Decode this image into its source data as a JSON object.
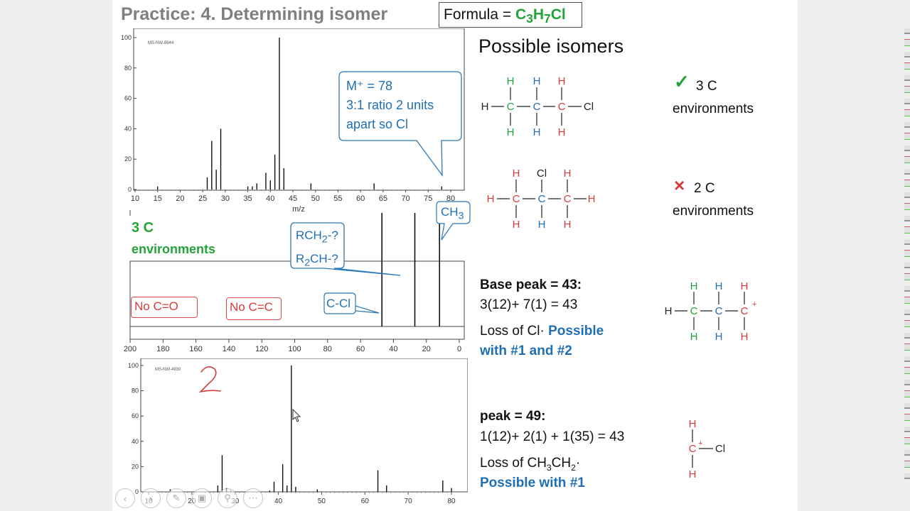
{
  "slide": {
    "title": "Practice: 4. Determining isomer",
    "formula": {
      "prefix": "Formula = ",
      "c": "C",
      "c_sub": "3",
      "h": "H",
      "h_sub": "7",
      "cl": "Cl"
    },
    "heading": "Possible isomers"
  },
  "ms1": {
    "label": "MS-NW-8944",
    "x_ticks": [
      "10",
      "15",
      "20",
      "25",
      "30",
      "35",
      "40",
      "45",
      "50",
      "55",
      "60",
      "65",
      "70",
      "75",
      "80"
    ],
    "y_ticks": [
      "100",
      "80",
      "60",
      "40",
      "20",
      "0"
    ],
    "xlabel": "m/z",
    "callout": {
      "line1": "M⁺ = 78",
      "line2": "3:1 ratio 2 units",
      "line3": "apart so Cl"
    }
  },
  "nmr": {
    "x_ticks": [
      "200",
      "180",
      "160",
      "140",
      "120",
      "100",
      "80",
      "60",
      "40",
      "20",
      "0"
    ],
    "env_line1": "3 C",
    "env_line2": "environments",
    "no_co": "No C=O",
    "no_cc": "No C=C",
    "c_cl": "C-Cl",
    "rch2": "RCH",
    "rch2_sub": "2",
    "rch2_tail": "-?",
    "r2ch": "R",
    "r2ch_sub": "2",
    "r2ch_tail": "CH-?",
    "ch3": "CH",
    "ch3_sub": "3"
  },
  "ms2": {
    "label": "MS-NW-4930",
    "y_ticks": [
      "100",
      "80",
      "60",
      "40",
      "20",
      "0"
    ],
    "x_ticks": [
      "10",
      "20",
      "30",
      "40",
      "50",
      "60",
      "70",
      "80"
    ],
    "handwritten": "2"
  },
  "isomers": {
    "one": {
      "mark": "✓",
      "line1": "3 C",
      "line2": "environments"
    },
    "two": {
      "mark": "×",
      "line1": "2 C",
      "line2": "environments"
    }
  },
  "base_peak": {
    "title": "Base peak = 43:",
    "calc": "3(12)+ 7(1) = 43",
    "loss": "Loss of Cl·",
    "possible": "Possible",
    "possible2": "with #1 and #2"
  },
  "peak49": {
    "title": "peak = 49:",
    "calc": "1(12)+ 2(1) + 1(35) = 43",
    "loss_pre": "Loss of CH",
    "sub3": "3",
    "loss_mid": "CH",
    "sub2": "2",
    "loss_post": "·",
    "possible": "Possible with #1"
  },
  "atoms": {
    "H": "H",
    "C": "C",
    "Cl": "Cl",
    "plus": "+"
  },
  "colors": {
    "green": "#22a33a",
    "blue": "#1f6fb5",
    "red": "#d43c3c",
    "title_gray": "#7f7f7f"
  },
  "chart_data": [
    {
      "type": "bar",
      "ylim": [
        0,
        100
      ],
      "xlim": [
        10,
        80
      ],
      "peaks": [
        {
          "x": 15,
          "y": 2
        },
        {
          "x": 26,
          "y": 8
        },
        {
          "x": 27,
          "y": 32
        },
        {
          "x": 28,
          "y": 13
        },
        {
          "x": 29,
          "y": 40
        },
        {
          "x": 35,
          "y": 2
        },
        {
          "x": 36,
          "y": 2
        },
        {
          "x": 37,
          "y": 4
        },
        {
          "x": 39,
          "y": 11
        },
        {
          "x": 40,
          "y": 6
        },
        {
          "x": 41,
          "y": 23
        },
        {
          "x": 42,
          "y": 100
        },
        {
          "x": 43,
          "y": 14
        },
        {
          "x": 49,
          "y": 4
        },
        {
          "x": 63,
          "y": 4
        },
        {
          "x": 78,
          "y": 2
        }
      ]
    },
    {
      "type": "bar",
      "xlim": [
        0,
        200
      ],
      "peaks": [
        {
          "x": 47,
          "y": 100
        },
        {
          "x": 27,
          "y": 100
        },
        {
          "x": 12,
          "y": 100
        }
      ]
    },
    {
      "type": "bar",
      "ylim": [
        0,
        100
      ],
      "xlim": [
        10,
        80
      ],
      "peaks": [
        {
          "x": 15,
          "y": 2
        },
        {
          "x": 26,
          "y": 5
        },
        {
          "x": 27,
          "y": 29
        },
        {
          "x": 28,
          "y": 3
        },
        {
          "x": 29,
          "y": 1
        },
        {
          "x": 38,
          "y": 1
        },
        {
          "x": 39,
          "y": 8
        },
        {
          "x": 41,
          "y": 22
        },
        {
          "x": 42,
          "y": 5
        },
        {
          "x": 43,
          "y": 100
        },
        {
          "x": 44,
          "y": 4
        },
        {
          "x": 49,
          "y": 2
        },
        {
          "x": 63,
          "y": 17
        },
        {
          "x": 65,
          "y": 5
        },
        {
          "x": 78,
          "y": 9
        },
        {
          "x": 80,
          "y": 3
        }
      ]
    }
  ]
}
